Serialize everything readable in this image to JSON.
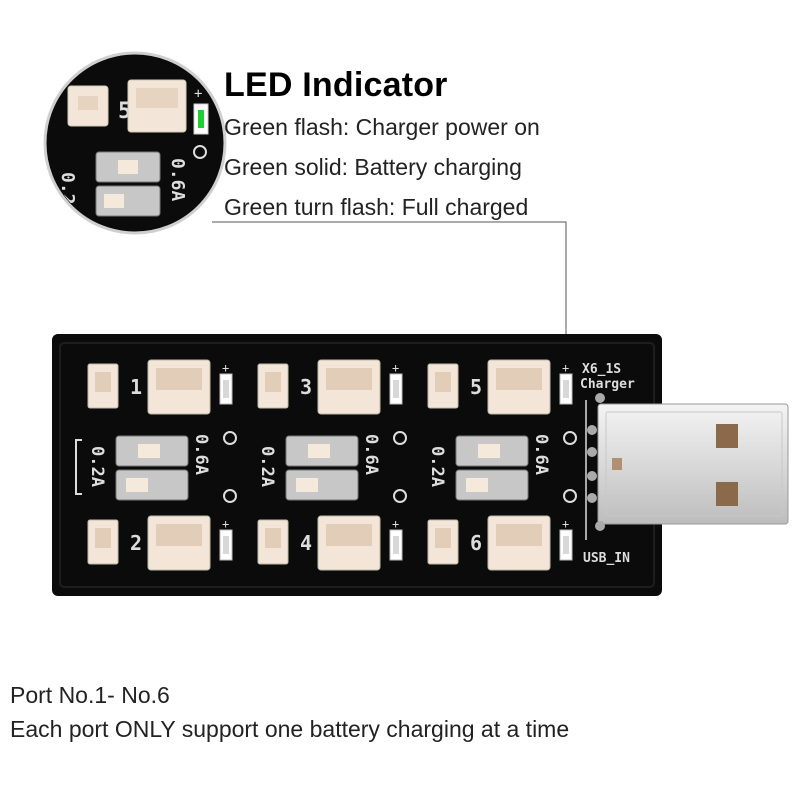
{
  "led_indicator": {
    "title": "LED Indicator",
    "lines": [
      "Green flash: Charger power on",
      "Green solid: Battery charging",
      "Green turn flash: Full charged"
    ]
  },
  "board": {
    "model_label": "X6_1S",
    "model_sub": "Charger",
    "usb_label": "USB_IN",
    "port_numbers": [
      "1",
      "2",
      "3",
      "4",
      "5",
      "6"
    ],
    "current_low": "0.2A",
    "current_high": "0.6A",
    "led_color": "#22cc33",
    "pcb_color": "#0b0b0b",
    "connector_color": "#f3e6d8"
  },
  "caption": {
    "line1": "Port No.1- No.6",
    "line2": "Each port ONLY support one battery charging at a time"
  }
}
